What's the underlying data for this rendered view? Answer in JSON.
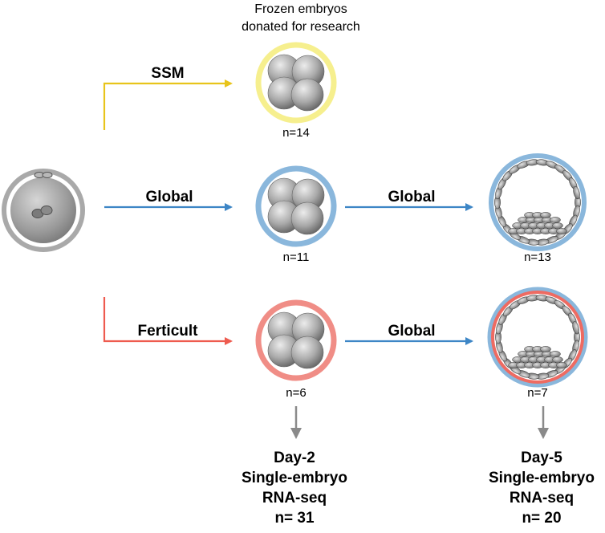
{
  "header": {
    "line1": "Frozen embryos",
    "line2": "donated for research"
  },
  "paths": {
    "ssm": {
      "label": "SSM",
      "count": "n=14",
      "color": "#e8c41b"
    },
    "global": {
      "label": "Global",
      "count": "n=11",
      "color": "#3d86c6"
    },
    "ferticult": {
      "label": "Ferticult",
      "count": "n=6",
      "color": "#ee5b4f"
    }
  },
  "day5": {
    "global_label": "Global",
    "global_count": "n=13",
    "ferticult_global_label": "Global",
    "ferticult_count": "n=7"
  },
  "results": {
    "day2": {
      "line1": "Day-2",
      "line2": "Single-embryo",
      "line3": "RNA-seq",
      "line4": "n= 31"
    },
    "day5": {
      "line1": "Day-5",
      "line2": "Single-embryo",
      "line3": "RNA-seq",
      "line4": "n= 20"
    }
  },
  "colors": {
    "ssm_ring": "#f6ef8e",
    "global_ring": "#8ab7dc",
    "ferticult_ring": "#f08d86",
    "gray_arrow": "#8a8a8a"
  }
}
